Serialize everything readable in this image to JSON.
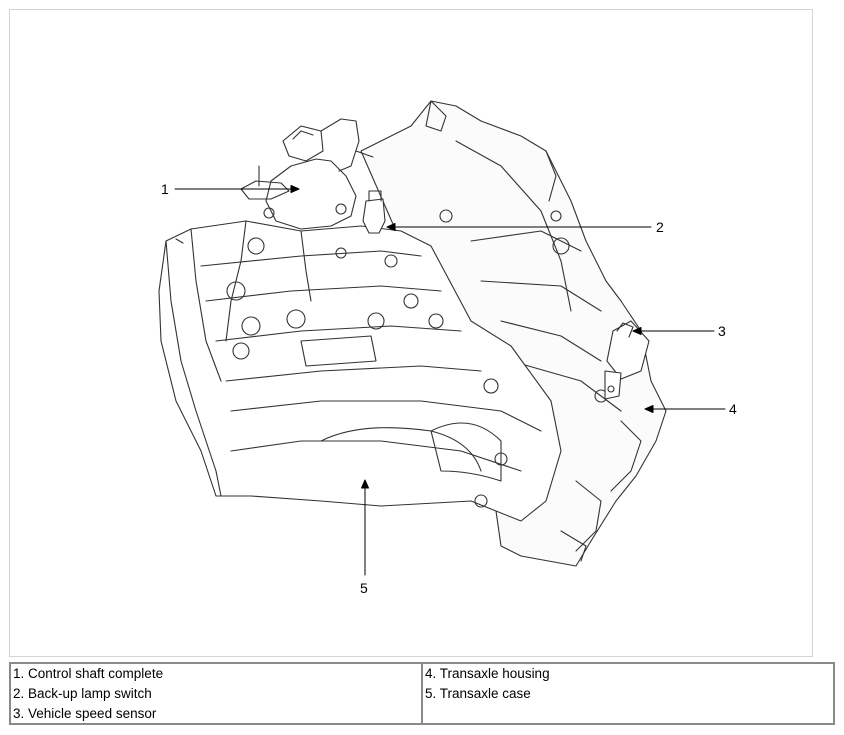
{
  "diagram": {
    "callouts": [
      "1",
      "2",
      "3",
      "4",
      "5"
    ]
  },
  "legend": {
    "left": [
      "1. Control shaft complete",
      "2. Back-up lamp switch",
      "3. Vehicle speed sensor"
    ],
    "right": [
      "4. Transaxle housing",
      "5. Transaxle case"
    ]
  }
}
